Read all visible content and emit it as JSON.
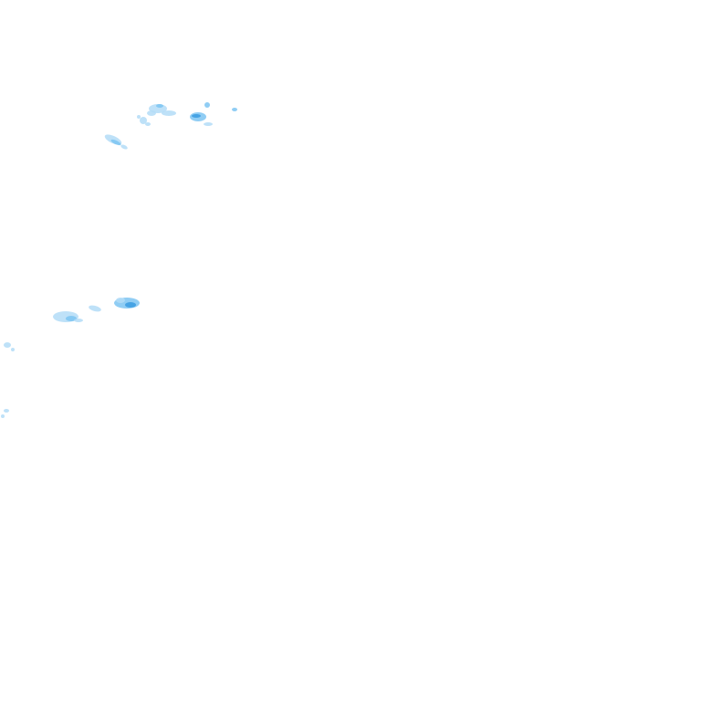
{
  "map": {
    "type": "weather-radar-overlay",
    "background_color": "#ffffff",
    "intensity_colors": {
      "light": "#b3dcf7",
      "moderate": "#7cc4f2",
      "heavy": "#3a9be0"
    },
    "echo_clusters": [
      {
        "intensity": "light"
      },
      {
        "intensity": "light"
      },
      {
        "intensity": "moderate"
      },
      {
        "intensity": "light"
      },
      {
        "intensity": "moderate"
      },
      {
        "intensity": "light"
      },
      {
        "intensity": "moderate"
      },
      {
        "intensity": "light"
      },
      {
        "intensity": "light"
      }
    ]
  }
}
